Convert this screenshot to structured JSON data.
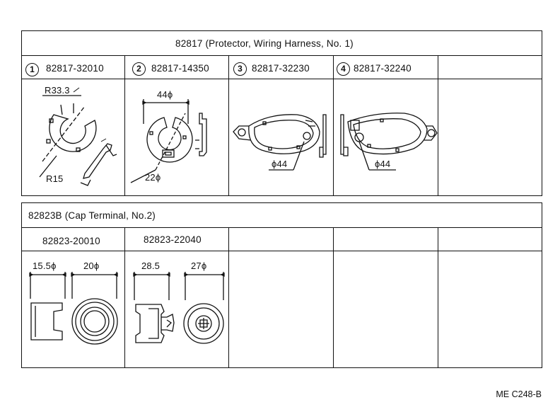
{
  "section1": {
    "header": "82817 (Protector, Wiring Harness, No. 1)",
    "parts": [
      {
        "index": "1",
        "number": "82817-32010",
        "dims": [
          "R33.3",
          "R15"
        ]
      },
      {
        "index": "2",
        "number": "82817-14350",
        "dims": [
          "44ϕ",
          "22ϕ"
        ]
      },
      {
        "index": "3",
        "number": "82817-32230",
        "dims": [
          "ϕ44"
        ]
      },
      {
        "index": "4",
        "number": "82817-32240",
        "dims": [
          "ϕ44"
        ]
      }
    ]
  },
  "section2": {
    "header": "82823B (Cap Terminal, No.2)",
    "parts": [
      {
        "number": "82823-20010",
        "dims": [
          "15.5ϕ",
          "20ϕ"
        ]
      },
      {
        "number": "82823-22040",
        "dims": [
          "28.5",
          "27ϕ"
        ]
      }
    ]
  },
  "drawing_code": "ME C248-B"
}
